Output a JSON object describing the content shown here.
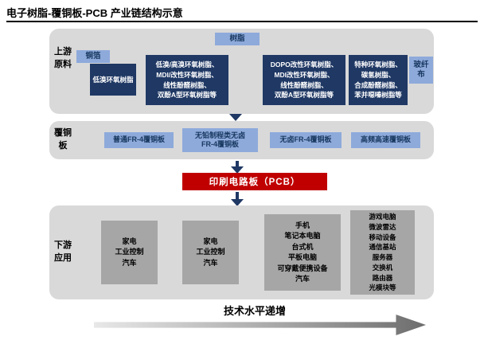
{
  "title": "电子树脂-覆铜板-PCB 产业链结构示意",
  "upstream": {
    "label": "上游原料",
    "resin": "树脂",
    "copper_foil": "铜箔",
    "glass_cloth": "玻纤布",
    "resin_types": [
      "低溴环氧树脂",
      "低溴/高溴环氧树脂、\nMDI/改性环氧树脂、\n线性酚醛树脂、\n双酚A型环氧树脂等",
      "DOPO改性环氧树脂、\nMDI改性环氧树脂、\n线性酚醛树脂、\n双酚A型环氧树脂等",
      "特种环氧树脂、\n碳氢树脂、\n合成酚醛树脂、\n苯并噁嗪树脂等"
    ]
  },
  "ccl": {
    "label": "覆铜板",
    "types": [
      "普通FR-4覆铜板",
      "无铅制程类无卤\nFR-4覆铜板",
      "无卤FR-4覆铜板",
      "高频高速覆铜板"
    ]
  },
  "pcb": {
    "label": "印刷电路板（PCB）"
  },
  "downstream": {
    "label": "下游应用",
    "applications": [
      "家电\n工业控制\n汽车",
      "家电\n工业控制\n汽车",
      "手机\n笔记本电脑\n台式机\n平板电脑\n可穿戴便携设备\n汽车",
      "游戏电脑\n微波雷达\n移动设备\n通信基站\n服务器\n交换机\n路由器\n光模块等"
    ]
  },
  "trend": {
    "label": "技术水平递增"
  },
  "colors": {
    "section_bg": "#d9d9d9",
    "light_blue": "#8eaadb",
    "dark_navy": "#1f3864",
    "pcb_red": "#c00000",
    "app_gray": "#a6a6a6"
  }
}
